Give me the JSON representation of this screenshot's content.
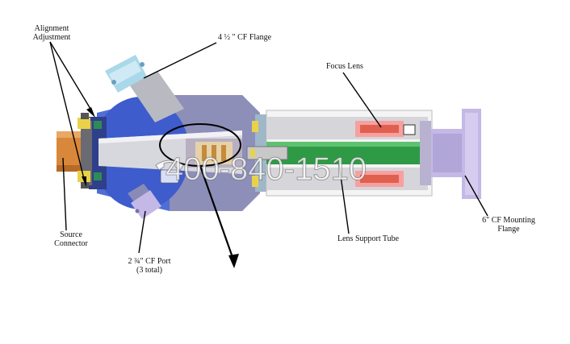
{
  "labels": {
    "alignment_line1": "Alignment",
    "alignment_line2": "Adjustment",
    "flange_4_5": "4 ½ \" CF Flange",
    "focus_lens": "Focus Lens",
    "source_line1": "Source",
    "source_line2": "Connector",
    "port_line1": "2 ¾\" CF Port",
    "port_line2": "(3 total)",
    "lens_support_tube": "Lens Support Tube",
    "mount_line1": "6\" CF Mounting",
    "mount_line2": "Flange"
  },
  "watermark": {
    "phone_number": "400-840-1510",
    "icon": "phone-icon"
  },
  "colors": {
    "chamber_blue": "#4f6fd6",
    "chamber_gray": "#9a9aa8",
    "flange_light_blue": "#a9d8ea",
    "source_orange": "#d9873a",
    "lens_red": "#e0604f",
    "support_green": "#2f9a46",
    "mount_lavender": "#c3b8e6"
  }
}
